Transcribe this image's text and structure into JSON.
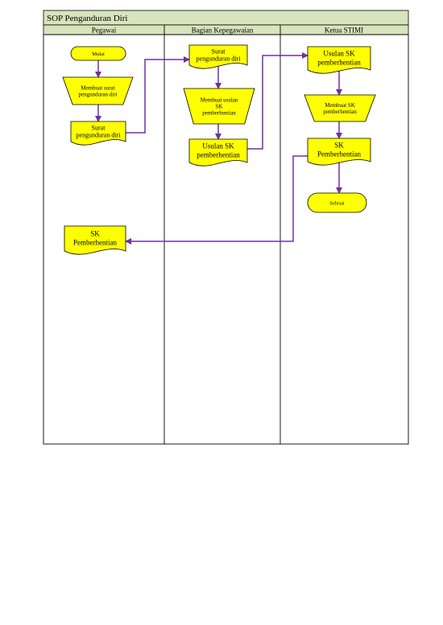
{
  "title": "SOP Penganduran Diri",
  "colors": {
    "header_fill": "#d8e4bc",
    "shape_fill": "#ffff00",
    "arrow": "#7030a0",
    "border": "#000000"
  },
  "lanes": [
    {
      "id": "pegawai",
      "label": "Pegawai"
    },
    {
      "id": "kepegawaian",
      "label": "Bagian Kepegawaian"
    },
    {
      "id": "ketua",
      "label": "Ketua STIMI"
    }
  ],
  "nodes": [
    {
      "id": "mulai",
      "type": "terminator",
      "lane": "pegawai",
      "lines": [
        "Mulai"
      ]
    },
    {
      "id": "membuat-surat",
      "type": "manual-operation",
      "lane": "pegawai",
      "lines": [
        "Membuat surat",
        "pengunduran diri"
      ]
    },
    {
      "id": "surat-pegawai",
      "type": "document",
      "lane": "pegawai",
      "lines": [
        "Surat",
        "pengunduran diri"
      ]
    },
    {
      "id": "surat-kepegawaian",
      "type": "document",
      "lane": "kepegawaian",
      "lines": [
        "Surat",
        "pengunduran diri"
      ]
    },
    {
      "id": "membuat-usulan",
      "type": "manual-operation",
      "lane": "kepegawaian",
      "lines": [
        "Membuat usulan",
        "SK",
        "pemberhentian"
      ]
    },
    {
      "id": "usulan-sk-kepegawaian",
      "type": "document",
      "lane": "kepegawaian",
      "lines": [
        "Usulan SK",
        "pemberhentian"
      ]
    },
    {
      "id": "usulan-sk-ketua",
      "type": "document",
      "lane": "ketua",
      "lines": [
        "Usulan SK",
        "pemberhentian"
      ]
    },
    {
      "id": "membuat-sk",
      "type": "manual-operation",
      "lane": "ketua",
      "lines": [
        "Membuat SK",
        "pemberhentian"
      ]
    },
    {
      "id": "sk-ketua",
      "type": "document",
      "lane": "ketua",
      "lines": [
        "SK",
        "Pemberhentian"
      ]
    },
    {
      "id": "selesai",
      "type": "terminator",
      "lane": "ketua",
      "lines": [
        "Selesai"
      ]
    },
    {
      "id": "sk-pegawai",
      "type": "document",
      "lane": "pegawai",
      "lines": [
        "SK",
        "Pemberhentian"
      ]
    }
  ],
  "edges": [
    {
      "from": "mulai",
      "to": "membuat-surat"
    },
    {
      "from": "membuat-surat",
      "to": "surat-pegawai"
    },
    {
      "from": "surat-pegawai",
      "to": "surat-kepegawaian"
    },
    {
      "from": "surat-kepegawaian",
      "to": "membuat-usulan"
    },
    {
      "from": "membuat-usulan",
      "to": "usulan-sk-kepegawaian"
    },
    {
      "from": "usulan-sk-kepegawaian",
      "to": "usulan-sk-ketua"
    },
    {
      "from": "usulan-sk-ketua",
      "to": "membuat-sk"
    },
    {
      "from": "membuat-sk",
      "to": "sk-ketua"
    },
    {
      "from": "sk-ketua",
      "to": "selesai"
    },
    {
      "from": "sk-ketua",
      "to": "sk-pegawai"
    }
  ]
}
